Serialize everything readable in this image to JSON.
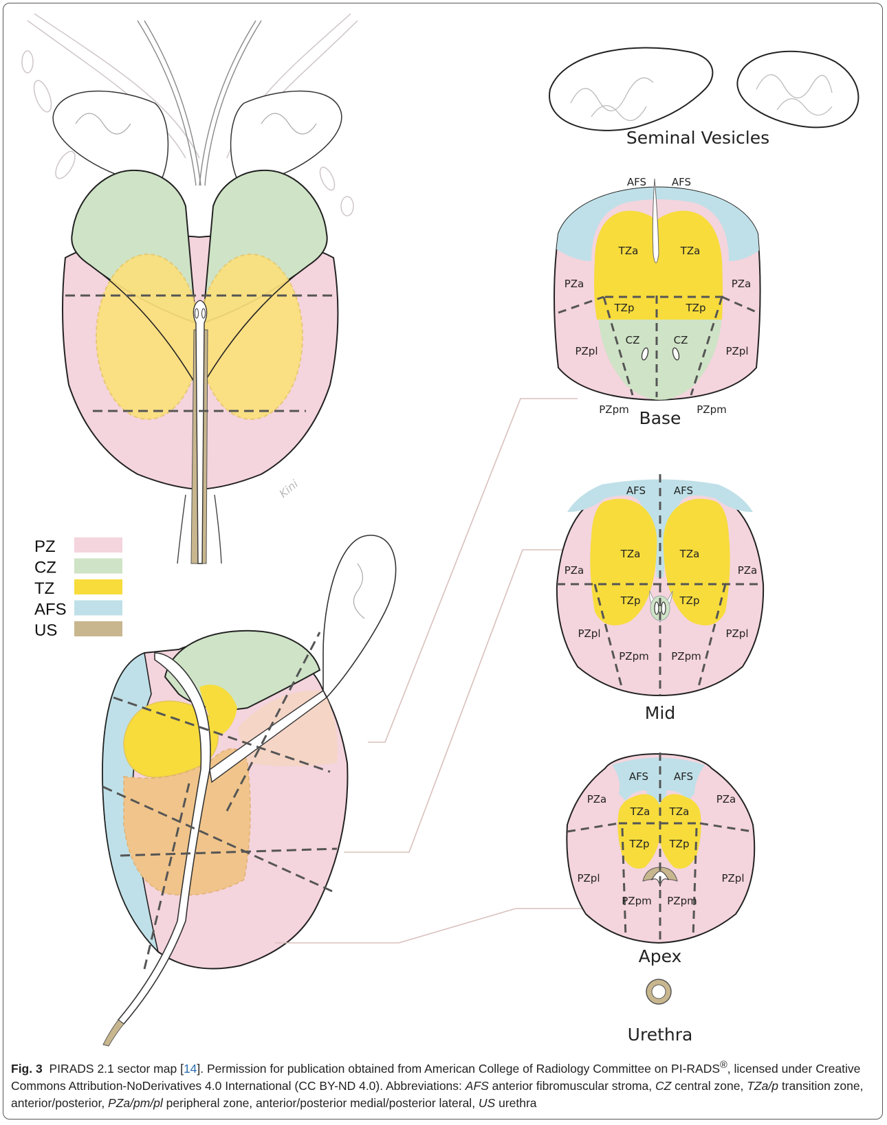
{
  "colors": {
    "pz": "#f4d4dd",
    "cz": "#cfe3c6",
    "tz": "#f7dc3c",
    "tz_light": "#fbe07c",
    "afs": "#bfe0e8",
    "us": "#c8b68e",
    "overlap": "#f0c48b",
    "outline": "#222222",
    "dash": "#555555"
  },
  "legend": [
    {
      "label": "PZ",
      "color_key": "pz"
    },
    {
      "label": "CZ",
      "color_key": "cz"
    },
    {
      "label": "TZ",
      "color_key": "tz"
    },
    {
      "label": "AFS",
      "color_key": "afs"
    },
    {
      "label": "US",
      "color_key": "us"
    }
  ],
  "sections": {
    "seminal_vesicles": {
      "title": "Seminal Vesicles"
    },
    "base": {
      "title": "Base",
      "labels": {
        "afs_left": "AFS",
        "afs_right": "AFS",
        "tza_left": "TZa",
        "tza_right": "TZa",
        "pza_left": "PZa",
        "pza_right": "PZa",
        "tzp_left": "TZp",
        "tzp_right": "TZp",
        "cz_left": "CZ",
        "cz_right": "CZ",
        "pzpl_left": "PZpl",
        "pzpl_right": "PZpl",
        "pzpm_left": "PZpm",
        "pzpm_right": "PZpm"
      }
    },
    "mid": {
      "title": "Mid",
      "labels": {
        "afs_left": "AFS",
        "afs_right": "AFS",
        "tza_left": "TZa",
        "tza_right": "TZa",
        "pza_left": "PZa",
        "pza_right": "PZa",
        "tzp_left": "TZp",
        "tzp_right": "TZp",
        "pzpl_left": "PZpl",
        "pzpl_right": "PZpl",
        "pzpm_left": "PZpm",
        "pzpm_right": "PZpm"
      }
    },
    "apex": {
      "title": "Apex",
      "labels": {
        "afs_left": "AFS",
        "afs_right": "AFS",
        "tza_left": "TZa",
        "tza_right": "TZa",
        "pza_left": "PZa",
        "pza_right": "PZa",
        "tzp_left": "TZp",
        "tzp_right": "TZp",
        "pzpl_left": "PZpl",
        "pzpl_right": "PZpl",
        "pzpm_left": "PZpm",
        "pzpm_right": "PZpm"
      }
    },
    "urethra": {
      "title": "Urethra"
    }
  },
  "signature": "Kini",
  "caption": {
    "figure_label": "Fig. 3",
    "text_1": "PIRADS 2.1 sector map [",
    "ref": "14",
    "text_2": "]. Permission for publication obtained from American College of Radiology Committee on PI-RADS",
    "registered": "®",
    "text_3": ", licensed under Creative Commons Attribution-NoDerivatives 4.0 International (CC BY-ND 4.0). Abbreviations: ",
    "abbr_afs": "AFS",
    "def_afs": " anterior fibromuscular stroma, ",
    "abbr_cz": "CZ",
    "def_cz": " central zone, ",
    "abbr_tz": "TZa/p",
    "def_tz": " transition zone, anterior/posterior, ",
    "abbr_pz": "PZa/pm/pl",
    "def_pz": " peripheral zone, anterior/posterior medial/posterior lateral, ",
    "abbr_us": "US",
    "def_us": " urethra"
  }
}
